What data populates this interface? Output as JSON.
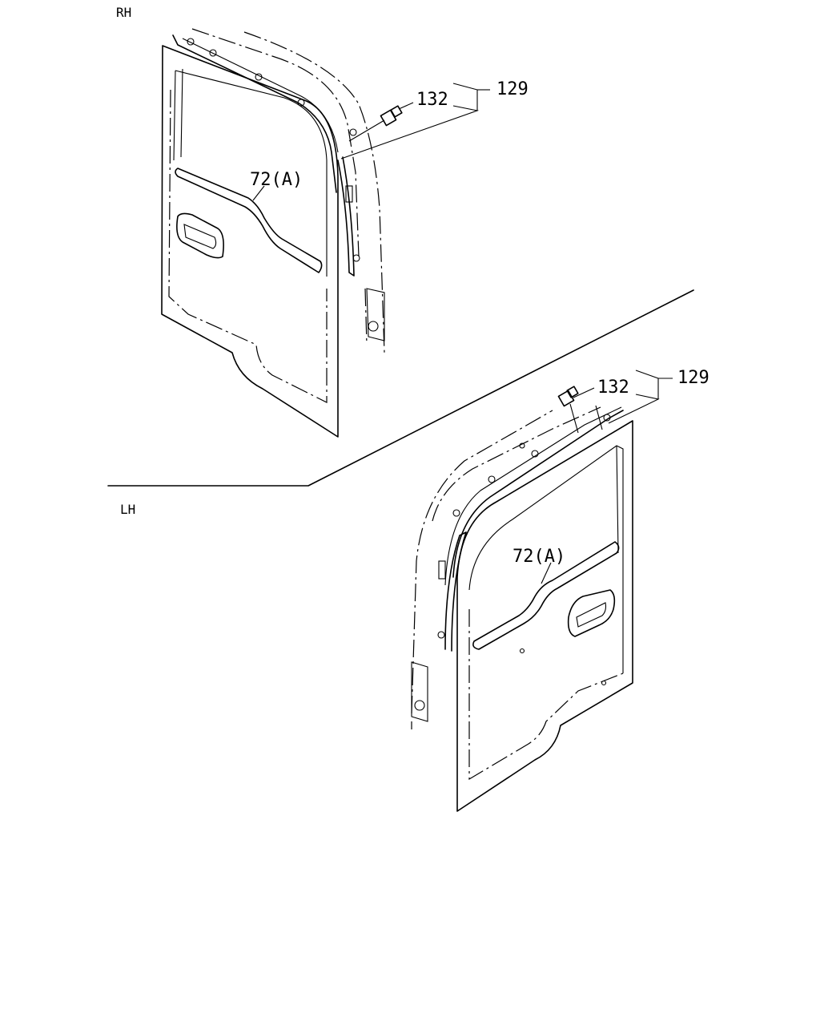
{
  "diagram": {
    "rh_panel": {
      "side_label": "RH",
      "callouts": {
        "fastener": "132",
        "assembly": "129",
        "moulding": "72(A)"
      }
    },
    "lh_panel": {
      "side_label": "LH",
      "callouts": {
        "fastener": "132",
        "assembly": "129",
        "moulding": "72(A)"
      }
    }
  }
}
